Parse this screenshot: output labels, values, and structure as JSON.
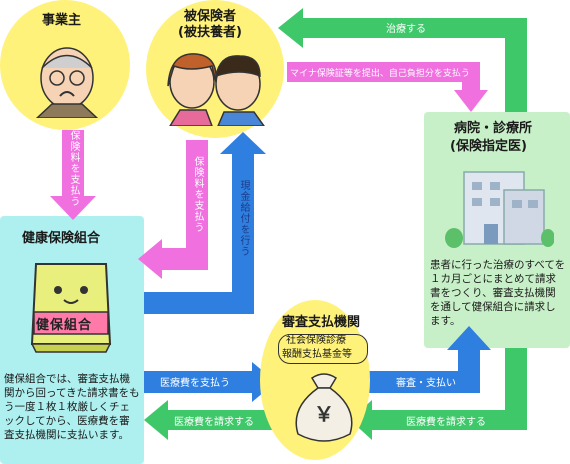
{
  "nodes": {
    "employer": "事業主",
    "insured": {
      "line1": "被保険者",
      "line2": "(被扶養者)"
    },
    "hospital": {
      "line1": "病院・診療所",
      "line2": "(保険指定医)",
      "desc": "患者に行った治療のすべてを１カ月ごとにまとめて請求書をつくり、審査支払機関を通して健保組合に請求します。"
    },
    "union": {
      "title": "健康保険組合",
      "logo": "健保組合",
      "desc": "健保組合では、審査支払機関から回ってきた請求書をもう一度１枚１枚厳しくチェックしてから、医療費を審査支払機関に支払います。"
    },
    "review": {
      "title": "審査支払機関",
      "sub1": "社会保険診療",
      "sub2": "報酬支払基金等",
      "bag_symbol": "￥"
    }
  },
  "arrows": {
    "treat": "治療する",
    "present_card": "マイナ保険証等を提出、自己負担分を支払う",
    "pay_premium_employer": "保険料を支払う",
    "pay_premium_insured": "保険料を支払う",
    "cash_benefit": "現金給付を行う",
    "pay_medical_fee": "医療費を支払う",
    "review_pay": "審査・支払い",
    "claim_fee_union": "医療費を請求する",
    "claim_fee_hospital": "医療費を請求する"
  },
  "colors": {
    "green_box": "#c8f0c8",
    "green_arrow": "#3fc86a",
    "blue_arrow": "#2f7fe0",
    "pink_arrow": "#f070e0",
    "yellow_circle": "#fff27a",
    "cyan_box": "#aef0ef"
  }
}
